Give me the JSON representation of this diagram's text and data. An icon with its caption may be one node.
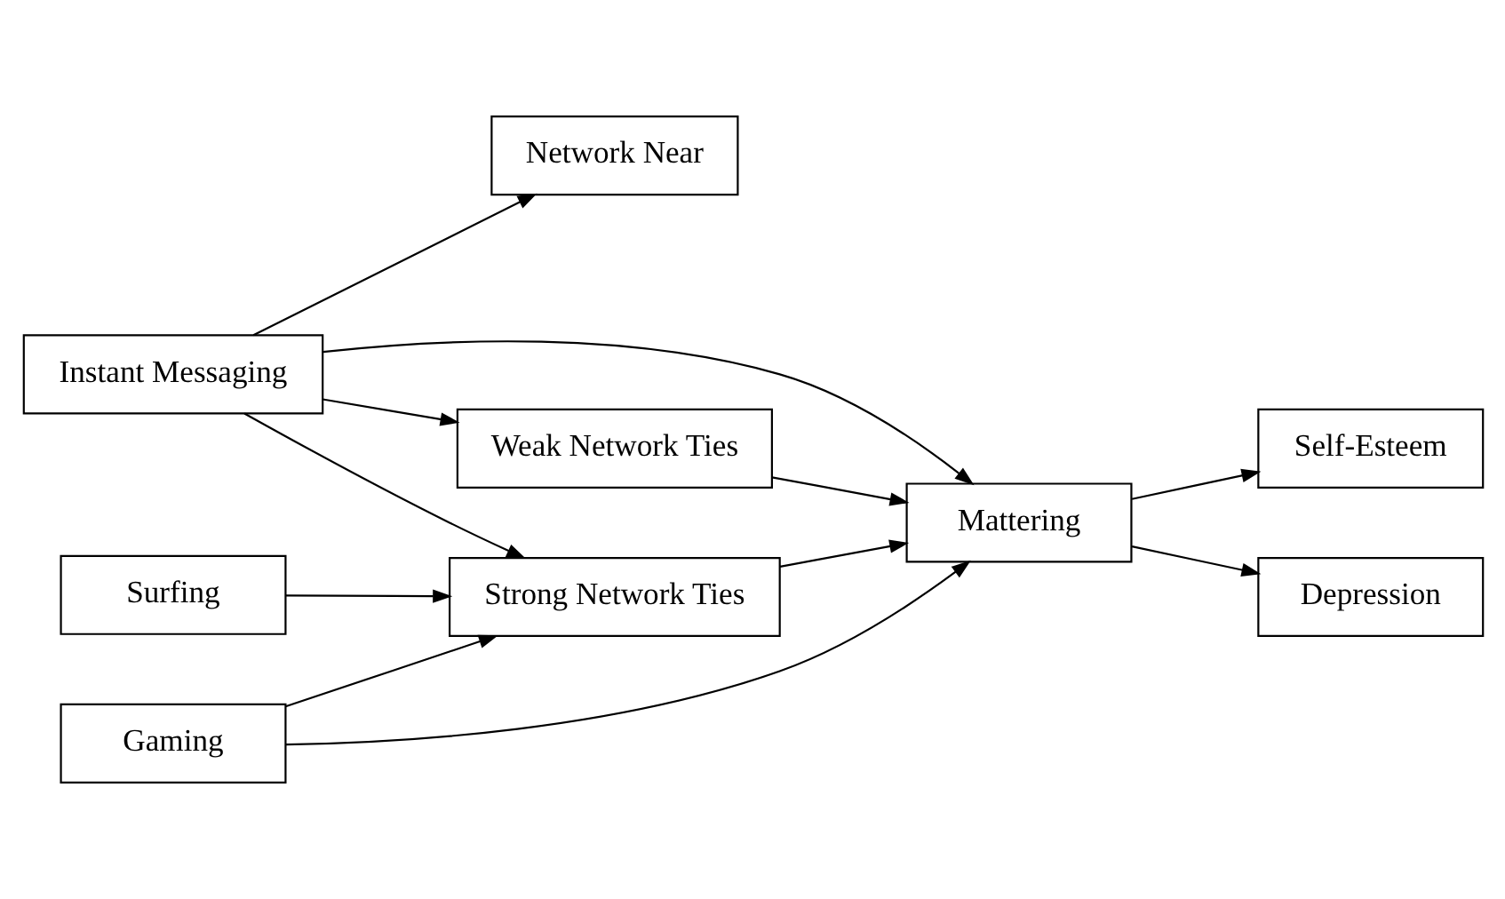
{
  "diagram": {
    "nodes": [
      {
        "text": [
          "Instant Messaging"
        ]
      },
      {
        "text": [
          "Self-Esteem"
        ]
      },
      {
        "text": [
          "Network Near"
        ]
      },
      {
        "text": [
          "Mattering"
        ]
      },
      {
        "text": [
          "Surfing"
        ]
      },
      {
        "text": [
          "Strong Network Ties"
        ]
      },
      {
        "text": [
          "Depression"
        ]
      },
      {
        "text": [
          "Gaming"
        ]
      },
      {
        "text": [
          "Weak Network Ties"
        ]
      }
    ],
    "edges": [
      {
        "from": 0,
        "to": 3,
        "arrow": "to"
      },
      {
        "from": 0,
        "to": 2,
        "arrow": "to"
      },
      {
        "from": 0,
        "to": 5,
        "arrow": "to"
      },
      {
        "from": 0,
        "to": 8,
        "arrow": "to"
      },
      {
        "from": 4,
        "to": 5,
        "arrow": "to"
      },
      {
        "from": 7,
        "to": 5,
        "arrow": "to"
      },
      {
        "from": 7,
        "to": 3,
        "arrow": "to"
      },
      {
        "from": 5,
        "to": 3,
        "arrow": "to"
      },
      {
        "from": 8,
        "to": 3,
        "arrow": "to"
      },
      {
        "from": 3,
        "to": 1,
        "arrow": "to"
      },
      {
        "from": 3,
        "to": 6,
        "arrow": "to"
      }
    ]
  }
}
